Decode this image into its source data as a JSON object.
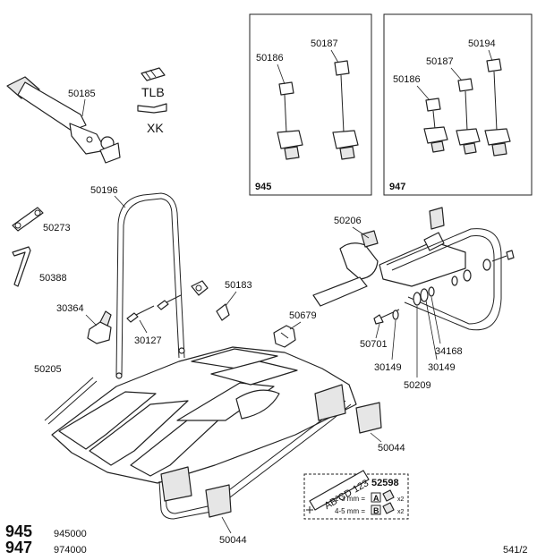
{
  "parts": {
    "p50185": "50185",
    "tlb": "TLB",
    "xk": "XK",
    "p50196": "50196",
    "p50273": "50273",
    "p50388": "50388",
    "p30364": "30364",
    "p30127": "30127",
    "p50183": "50183",
    "p50679": "50679",
    "p50205": "50205",
    "p50044a": "50044",
    "p50044b": "50044",
    "p50206": "50206",
    "p50701": "50701",
    "p30149a": "30149",
    "p30149b": "30149",
    "p34168": "34168",
    "p50209": "50209",
    "p52598": "52598"
  },
  "box945": {
    "label": "945",
    "p1": "50186",
    "p2": "50187"
  },
  "box947": {
    "label": "947",
    "p1": "50186",
    "p2": "50187",
    "p3": "50194"
  },
  "plate": {
    "text": "AB CD 123",
    "row1": "2-3 mm =",
    "row1_tag": "A",
    "row1_qty": "x2",
    "row2": "4-5 mm =",
    "row2_tag": "B",
    "row2_qty": "x2"
  },
  "models": {
    "m1": "945",
    "m1_code": "945000",
    "m2": "947",
    "m2_code": "974000"
  },
  "page_ref": "541/2"
}
